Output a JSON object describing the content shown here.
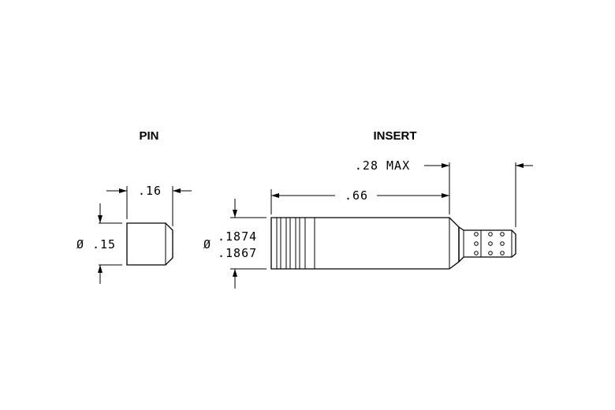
{
  "labels": {
    "pin_title": "PIN",
    "insert_title": "INSERT"
  },
  "dimensions": {
    "pin_length": ".16",
    "pin_dia_symbol": "Ø",
    "pin_dia": ".15",
    "insert_max": ".28 MAX",
    "insert_length": ".66",
    "insert_dia_symbol": "Ø",
    "insert_dia_upper": ".1874",
    "insert_dia_lower": ".1867"
  }
}
